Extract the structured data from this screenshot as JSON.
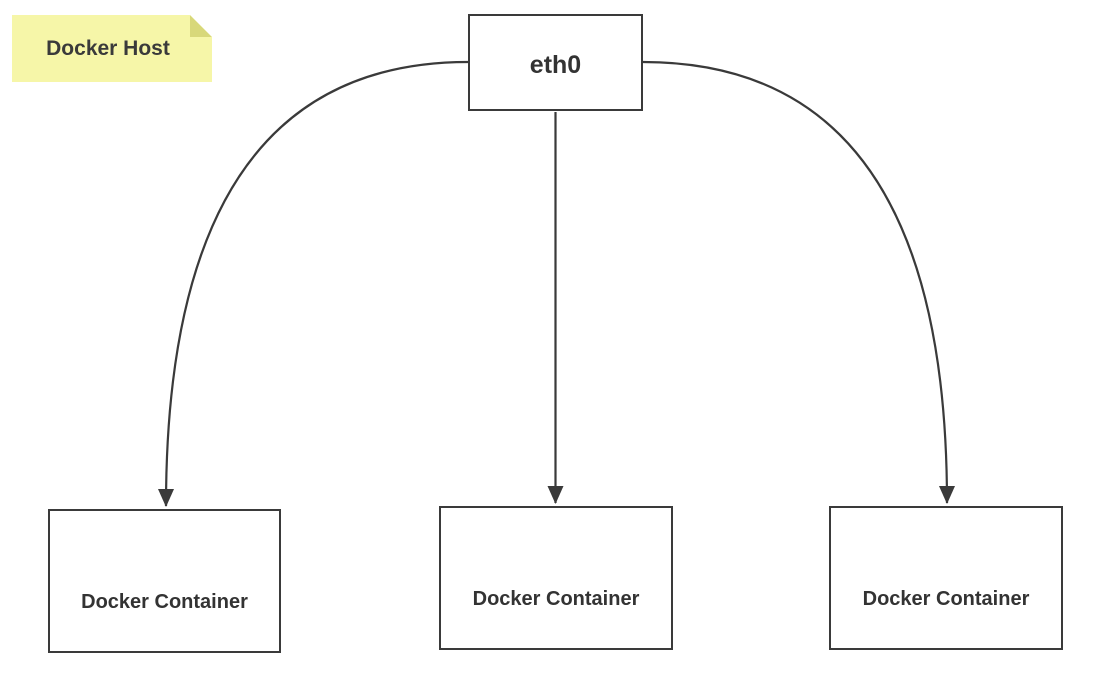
{
  "diagram": {
    "note": {
      "label": "Docker Host"
    },
    "host_interface": {
      "label": "eth0"
    },
    "containers": [
      {
        "label": "Docker Container"
      },
      {
        "label": "Docker Container"
      },
      {
        "label": "Docker Container"
      }
    ],
    "colors": {
      "stroke": "#3a3a3a",
      "box_border": "#3a3a3a",
      "box_fill": "#ffffff",
      "note_fill": "#f6f6a8",
      "note_fold": "#d8d87a",
      "text": "#333333",
      "background": "#ffffff"
    }
  }
}
